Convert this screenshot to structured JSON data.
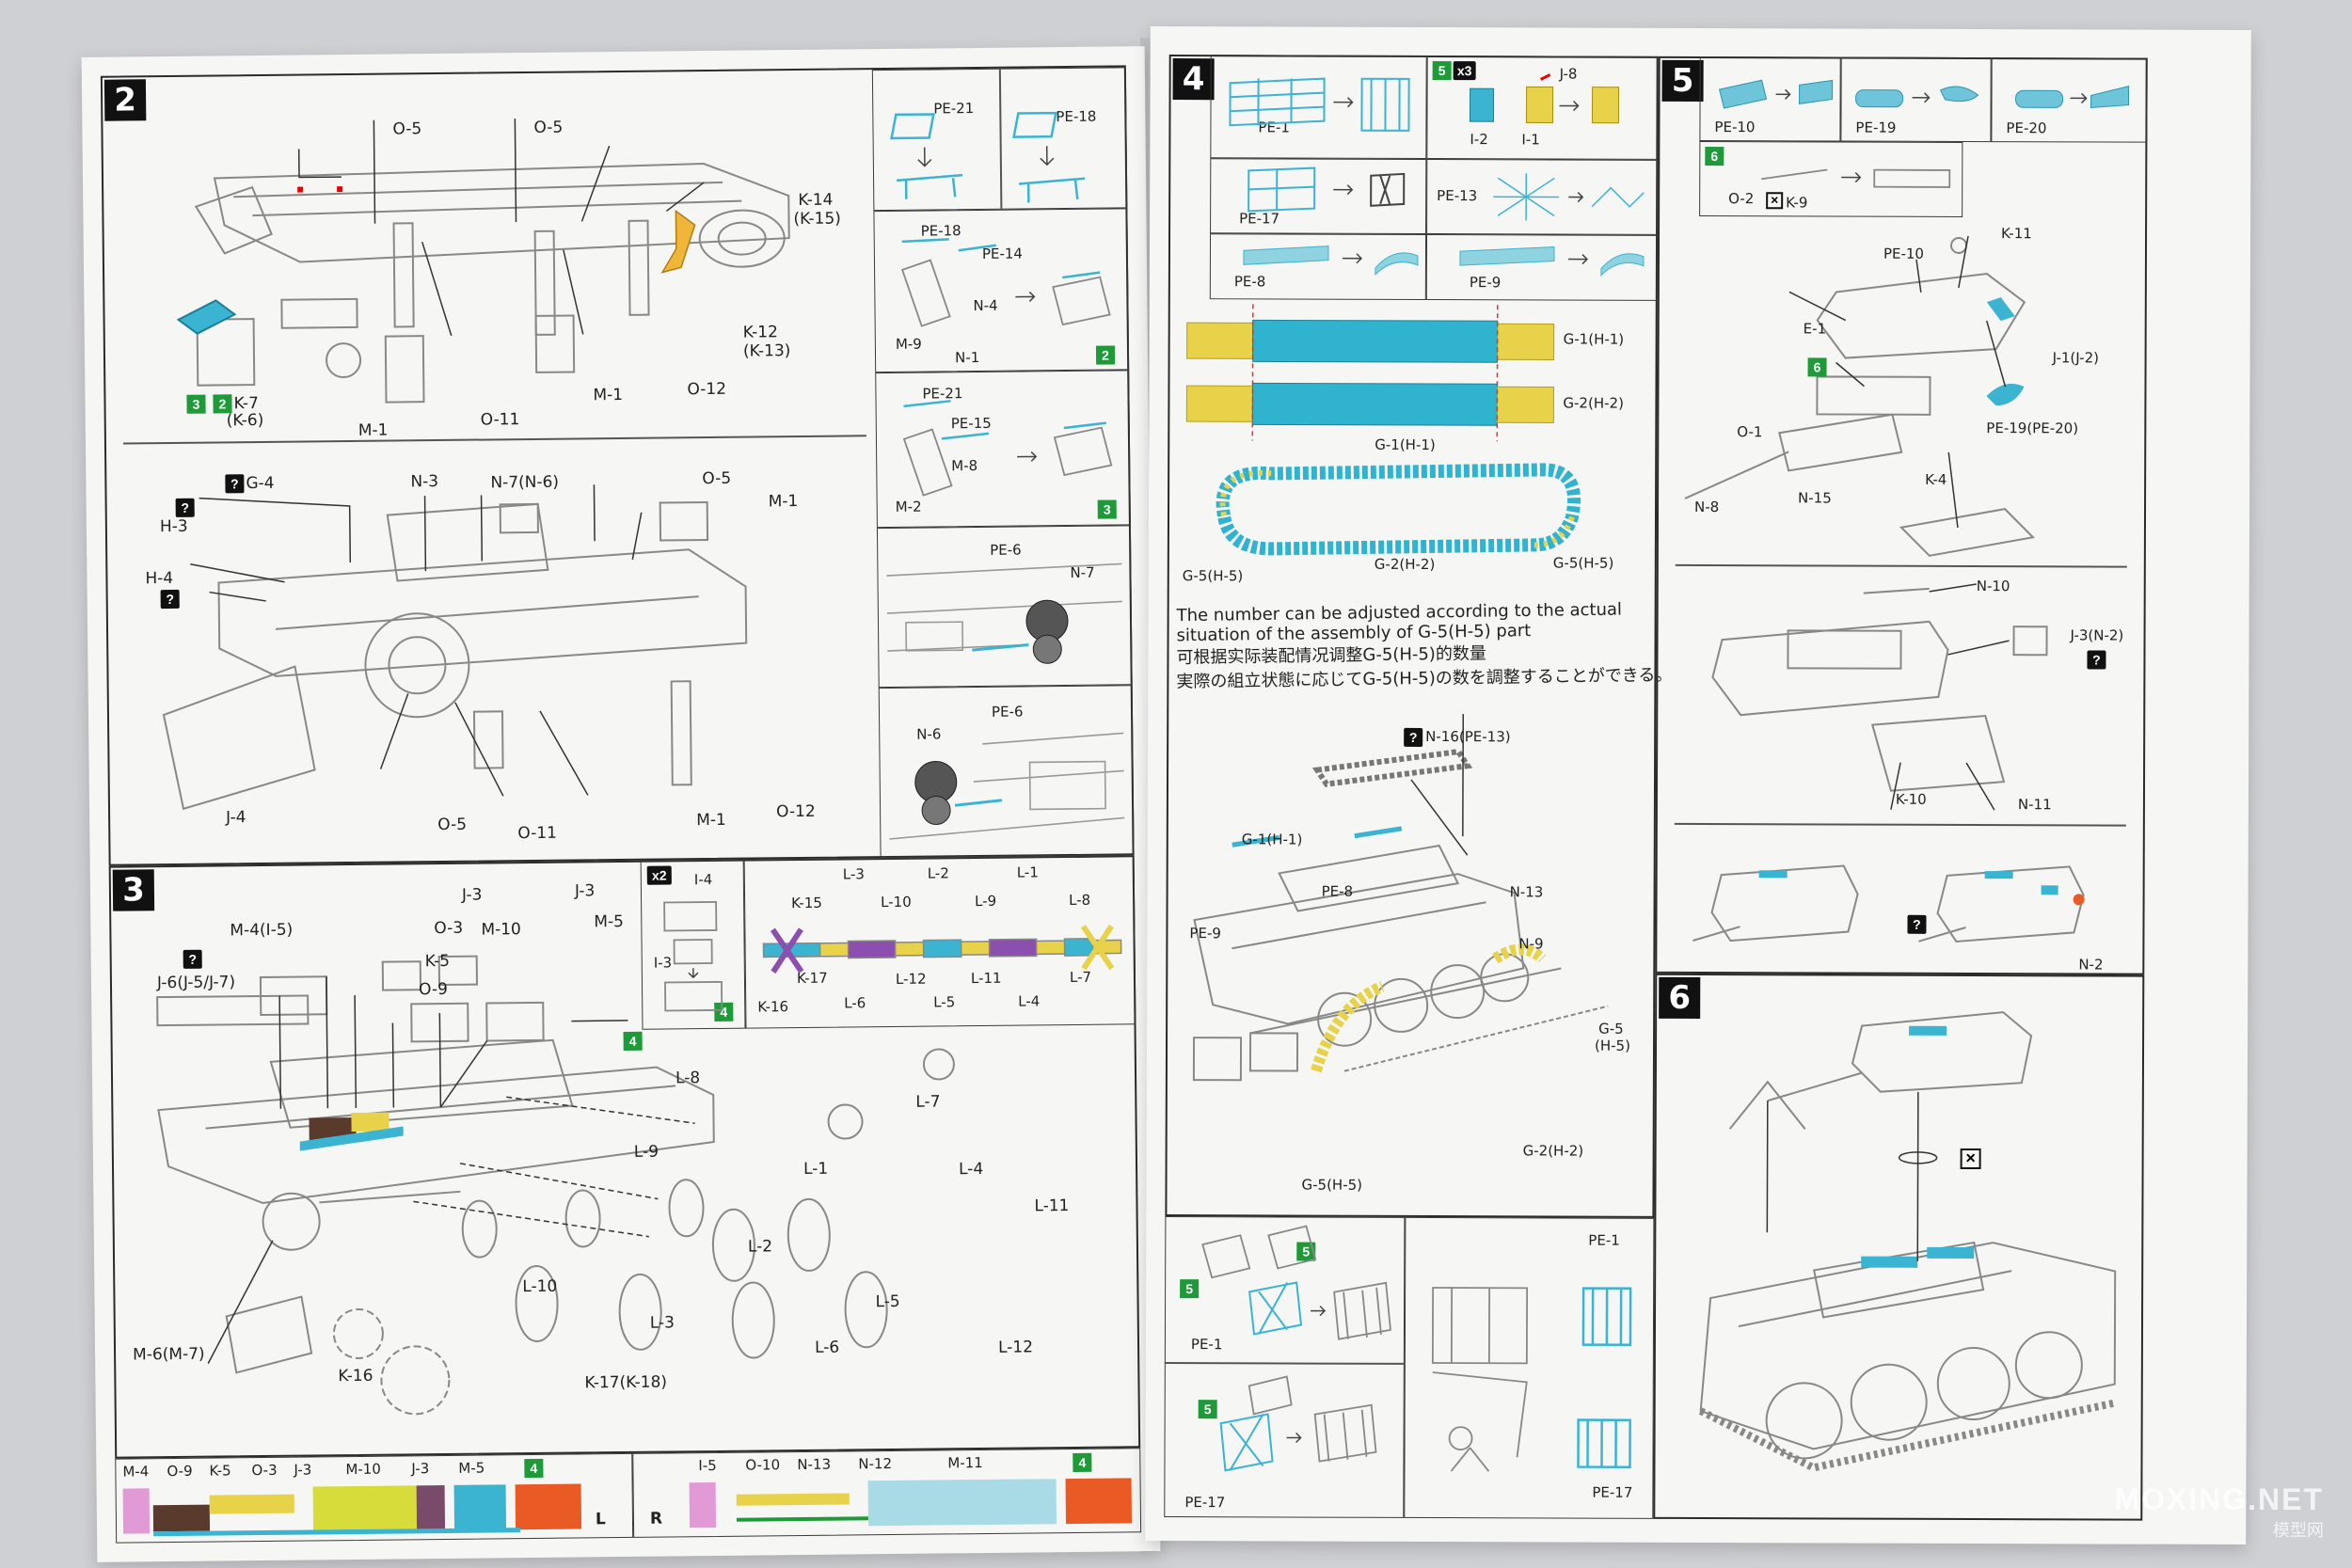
{
  "left_page": {
    "step2": {
      "number": "2",
      "labels": [
        "O-5",
        "O-5",
        "K-14",
        "(K-15)",
        "K-12",
        "(K-13)",
        "K-7",
        "(K-6)",
        "M-1",
        "O-11",
        "M-1",
        "O-12"
      ],
      "lower_labels": [
        "G-4",
        "N-3",
        "N-7(N-6)",
        "O-5",
        "M-1",
        "H-3",
        "H-4",
        "J-4",
        "O-5",
        "O-11",
        "M-1",
        "O-12"
      ],
      "side_boxes": [
        {
          "labels": [
            "PE-21",
            "PE-18"
          ]
        },
        {
          "labels": [
            "PE-18",
            "PE-14",
            "N-4",
            "M-9",
            "N-1"
          ],
          "badge": "2"
        },
        {
          "labels": [
            "PE-21",
            "PE-15",
            "M-8",
            "M-2"
          ],
          "badge": "3"
        },
        {
          "labels": [
            "PE-6",
            "N-7"
          ]
        },
        {
          "labels": [
            "PE-6",
            "N-6"
          ]
        }
      ],
      "badges": [
        "3",
        "2"
      ]
    },
    "step3": {
      "number": "3",
      "labels": [
        "J-3",
        "J-3",
        "O-3",
        "M-10",
        "M-5",
        "M-4(I-5)",
        "K-5",
        "J-6(J-5/J-7)",
        "O-9",
        "L-8",
        "L-7",
        "L-9",
        "L-1",
        "L-4",
        "L-11",
        "L-2",
        "L-10",
        "L-5",
        "L-3",
        "L-6",
        "L-12",
        "M-6(M-7)",
        "K-16",
        "K-17(K-18)"
      ],
      "inset_x2": {
        "multiplier": "x2",
        "labels": [
          "I-4",
          "I-3"
        ],
        "badge": "4"
      },
      "inset_wheels": {
        "labels": [
          "K-15",
          "L-3",
          "L-2",
          "L-1",
          "L-10",
          "L-9",
          "L-8",
          "K-17",
          "L-6",
          "L-12",
          "L-5",
          "L-11",
          "L-4",
          "L-7",
          "K-16"
        ]
      },
      "badge": "4"
    },
    "color_strip": {
      "left_labels": [
        "M-4",
        "O-9",
        "K-5",
        "O-3",
        "J-3",
        "M-10",
        "J-3",
        "M-5"
      ],
      "left_badge": "4",
      "left_side": "L",
      "right_side": "R",
      "right_labels": [
        "I-5",
        "O-10",
        "N-13",
        "N-12",
        "M-11"
      ],
      "right_badge": "4"
    }
  },
  "right_page": {
    "step4": {
      "number": "4",
      "boxes": [
        {
          "labels": [
            "PE-1"
          ]
        },
        {
          "labels": [
            "J-8",
            "I-2",
            "I-1"
          ],
          "badge": "5",
          "multiplier": "x3"
        },
        {
          "labels": [
            "PE-17"
          ]
        },
        {
          "labels": [
            "PE-13"
          ]
        },
        {
          "labels": [
            "PE-8"
          ]
        },
        {
          "labels": [
            "PE-9"
          ]
        }
      ],
      "track_labels": [
        "G-1(H-1)",
        "G-2(H-2)",
        "G-1(H-1)",
        "G-5(H-5)",
        "G-2(H-2)",
        "G-5(H-5)"
      ],
      "note_lines": [
        "The number can be adjusted according to the actual",
        "situation of the  assembly of G-5(H-5) part",
        "可根据实际装配情况调整G-5(H-5)的数量",
        "実際の組立状態に応じてG-5(H-5)の数を調整することができる。"
      ],
      "hull_labels": [
        "N-16(PE-13)",
        "G-1(H-1)",
        "PE-8",
        "N-13",
        "PE-9",
        "N-9",
        "G-5",
        "(H-5)",
        "G-2(H-2)",
        "G-5(H-5)"
      ],
      "lower_boxes": [
        {
          "labels": [
            "PE-1"
          ],
          "badges": [
            "5",
            "5"
          ]
        },
        {
          "labels": [
            "PE-17"
          ],
          "badge": "5"
        },
        {
          "labels": [
            "PE-1",
            "PE-17"
          ]
        }
      ]
    },
    "step5": {
      "number": "5",
      "top_boxes": [
        {
          "labels": [
            "PE-10"
          ]
        },
        {
          "labels": [
            "PE-19"
          ]
        },
        {
          "labels": [
            "PE-20"
          ]
        }
      ],
      "sub_box": {
        "badge": "6",
        "labels": [
          "O-2",
          "K-9"
        ]
      },
      "labels": [
        "PE-10",
        "K-11",
        "E-1",
        "J-1(J-2)",
        "PE-19(PE-20)",
        "O-1",
        "N-8",
        "N-15",
        "K-4",
        "N-10",
        "J-3(N-2)",
        "K-10",
        "N-11",
        "N-2"
      ],
      "badge": "6"
    },
    "step6": {
      "number": "6"
    }
  },
  "watermark": {
    "main": "MOXING.NET",
    "sub": "模型网"
  },
  "colors": {
    "cyan": "#3ab4d0",
    "yellow": "#e8d24a",
    "pink": "#e29ad6",
    "orange": "#ea5a25",
    "green": "#1e9a38",
    "purple": "#8c4fb0",
    "brown": "#5a3a2c",
    "gold": "#f0b63a"
  }
}
